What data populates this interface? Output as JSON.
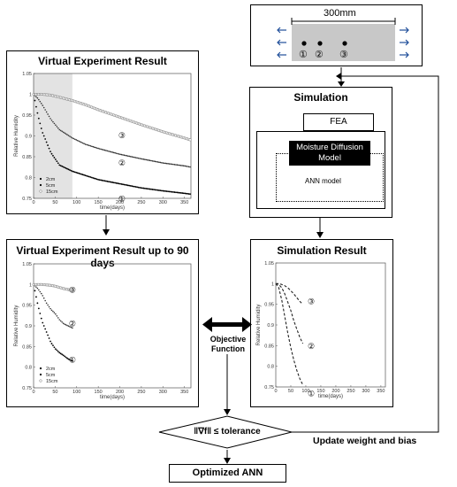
{
  "specimen": {
    "dimension": "300mm",
    "markers": [
      "①",
      "②",
      "③"
    ]
  },
  "virtual_experiment": {
    "title": "Virtual Experiment Result",
    "xlabel": "time(days)",
    "ylabel": "Relative Humidity",
    "highlight_range_days": [
      0,
      90
    ]
  },
  "virtual_experiment_90": {
    "title": "Virtual Experiment Result up to 90 days",
    "xlabel": "time(days)",
    "ylabel": "Relative Humidity"
  },
  "simulation": {
    "title": "Simulation",
    "fea_label": "FEA",
    "moisture_model_label": "Moisture Diffusion Model",
    "ann_label": "ANN model"
  },
  "simulation_result": {
    "title": "Simulation Result",
    "xlabel": "time(days)",
    "ylabel": "Relative Humidity"
  },
  "objective_function_label": "Objective Function",
  "tolerance_label": "‖∇f‖ ≤ tolerance",
  "update_label": "Update weight and bias",
  "optimized_label": "Optimized ANN",
  "chart_data": [
    {
      "type": "scatter",
      "title": "Virtual Experiment Result",
      "xlabel": "time(days)",
      "ylabel": "Relative Humidity",
      "xlim": [
        0,
        365
      ],
      "ylim": [
        0.75,
        1.05
      ],
      "xticks": [
        0,
        50,
        100,
        150,
        200,
        250,
        300,
        350
      ],
      "yticks": [
        0.75,
        0.8,
        0.85,
        0.9,
        0.95,
        1,
        1.05
      ],
      "legend": "bottom-left",
      "series": [
        {
          "name": "2cm",
          "marker": "①",
          "x": [
            0,
            10,
            20,
            40,
            60,
            90,
            120,
            150,
            200,
            250,
            300,
            350,
            365
          ],
          "y": [
            1.0,
            0.95,
            0.91,
            0.86,
            0.83,
            0.815,
            0.805,
            0.795,
            0.785,
            0.775,
            0.768,
            0.762,
            0.76
          ]
        },
        {
          "name": "5cm",
          "marker": "②",
          "x": [
            0,
            10,
            20,
            40,
            60,
            90,
            120,
            150,
            200,
            250,
            300,
            350,
            365
          ],
          "y": [
            1.0,
            0.99,
            0.975,
            0.94,
            0.915,
            0.895,
            0.88,
            0.87,
            0.856,
            0.845,
            0.835,
            0.828,
            0.825
          ]
        },
        {
          "name": "15cm",
          "marker": "③",
          "x": [
            0,
            20,
            40,
            60,
            90,
            120,
            150,
            200,
            250,
            300,
            350,
            365
          ],
          "y": [
            1.0,
            1.0,
            0.998,
            0.993,
            0.985,
            0.975,
            0.963,
            0.945,
            0.927,
            0.91,
            0.895,
            0.89
          ]
        }
      ]
    },
    {
      "type": "scatter",
      "title": "Virtual Experiment Result up to 90 days",
      "xlabel": "time(days)",
      "ylabel": "Relative Humidity",
      "xlim": [
        0,
        365
      ],
      "ylim": [
        0.75,
        1.05
      ],
      "xticks": [
        0,
        50,
        100,
        150,
        200,
        250,
        300,
        350
      ],
      "yticks": [
        0.75,
        0.8,
        0.85,
        0.9,
        0.95,
        1,
        1.05
      ],
      "legend": "bottom-left",
      "series": [
        {
          "name": "2cm",
          "marker": "①",
          "x": [
            0,
            10,
            20,
            30,
            40,
            50,
            60,
            70,
            80,
            90
          ],
          "y": [
            1.0,
            0.95,
            0.91,
            0.885,
            0.86,
            0.845,
            0.835,
            0.828,
            0.82,
            0.815
          ]
        },
        {
          "name": "5cm",
          "marker": "②",
          "x": [
            0,
            10,
            20,
            30,
            40,
            50,
            60,
            70,
            80,
            90
          ],
          "y": [
            1.0,
            0.99,
            0.975,
            0.955,
            0.94,
            0.93,
            0.915,
            0.905,
            0.9,
            0.895
          ]
        },
        {
          "name": "15cm",
          "marker": "③",
          "x": [
            0,
            10,
            20,
            30,
            40,
            50,
            60,
            70,
            80,
            90
          ],
          "y": [
            1.0,
            1.0,
            1.0,
            0.999,
            0.998,
            0.996,
            0.993,
            0.99,
            0.988,
            0.985
          ]
        }
      ]
    },
    {
      "type": "line",
      "title": "Simulation Result",
      "xlabel": "time(days)",
      "ylabel": "Relative Humidity",
      "xlim": [
        0,
        365
      ],
      "ylim": [
        0.75,
        1.05
      ],
      "xticks": [
        0,
        50,
        100,
        150,
        200,
        250,
        300,
        350
      ],
      "yticks": [
        0.75,
        0.8,
        0.85,
        0.9,
        0.95,
        1,
        1.05
      ],
      "series": [
        {
          "marker": "①",
          "x": [
            0,
            10,
            20,
            30,
            40,
            50,
            60,
            70,
            80,
            90
          ],
          "y": [
            1.0,
            0.99,
            0.96,
            0.92,
            0.88,
            0.845,
            0.815,
            0.79,
            0.77,
            0.755
          ]
        },
        {
          "marker": "②",
          "x": [
            0,
            10,
            20,
            30,
            40,
            50,
            60,
            70,
            80,
            90
          ],
          "y": [
            1.0,
            0.998,
            0.99,
            0.975,
            0.955,
            0.935,
            0.91,
            0.89,
            0.87,
            0.855
          ]
        },
        {
          "marker": "③",
          "x": [
            0,
            10,
            20,
            30,
            40,
            50,
            60,
            70,
            80,
            90
          ],
          "y": [
            1.0,
            1.0,
            0.998,
            0.995,
            0.99,
            0.983,
            0.975,
            0.966,
            0.957,
            0.95
          ]
        }
      ]
    }
  ]
}
